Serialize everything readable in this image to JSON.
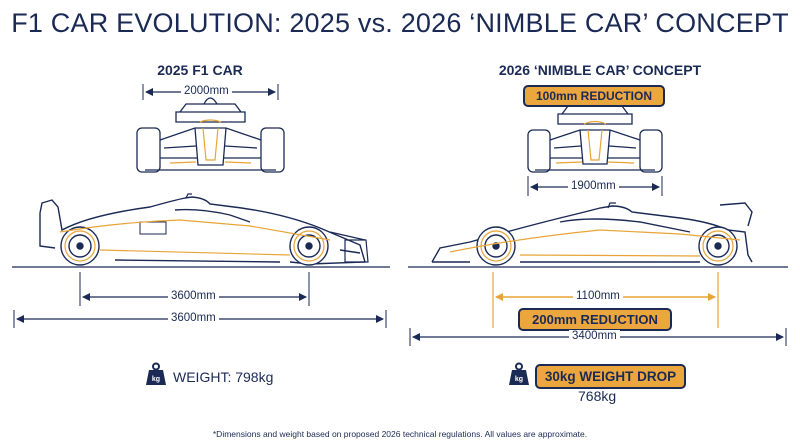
{
  "title": "F1 CAR EVOLUTION: 2025 vs. 2026 ‘NIMBLE CAR’ CONCEPT",
  "left": {
    "heading": "2025 F1 CAR",
    "front_width": "2000mm",
    "wheelbase": "3600mm",
    "overall_length": "3600mm",
    "weight_label": "WEIGHT:",
    "weight_value": "798kg"
  },
  "right": {
    "heading": "2026 ‘NIMBLE CAR’ CONCEPT",
    "width_badge": "100mm REDUCTION",
    "front_width": "1900mm",
    "wheelbase": "1100mm",
    "length_badge": "200mm REDUCTION",
    "overall_length": "3400mm",
    "weight_badge": "30kg WEIGHT DROP",
    "weight_value": "768kg"
  },
  "footnote": "*Dimensions and weight based on proposed 2026 technical regulations. All values are approximate.",
  "colors": {
    "navy": "#1b2a55",
    "accent": "#eba63d",
    "accent_line": "#e8a437"
  }
}
